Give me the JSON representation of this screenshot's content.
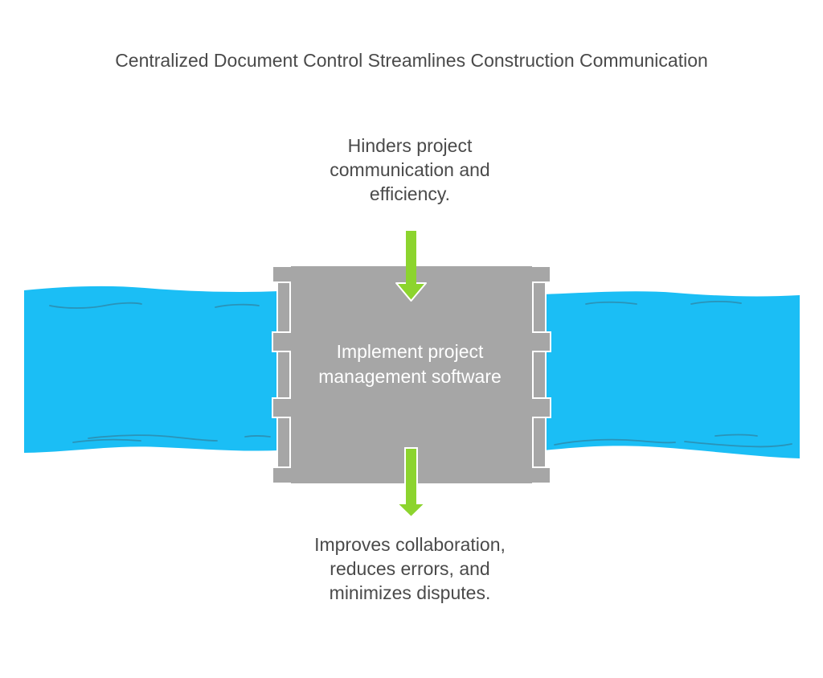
{
  "title": "Centralized Document Control Streamlines Construction Communication",
  "problem_label": "Hinders project communication and efficiency.",
  "solution_label": "Implement project management software",
  "outcome_label": "Improves collaboration, reduces errors, and minimizes disputes.",
  "colors": {
    "water": "#1bbef5",
    "water_ripple": "#2a93b8",
    "dam": "#a6a6a6",
    "dam_frame": "#9c9c9c",
    "arrow": "#8cd42e",
    "text": "#4a4a4a",
    "center_text": "#ffffff"
  },
  "icons": {
    "input_arrow": "down-arrow-icon",
    "output_arrow": "down-arrow-icon"
  }
}
